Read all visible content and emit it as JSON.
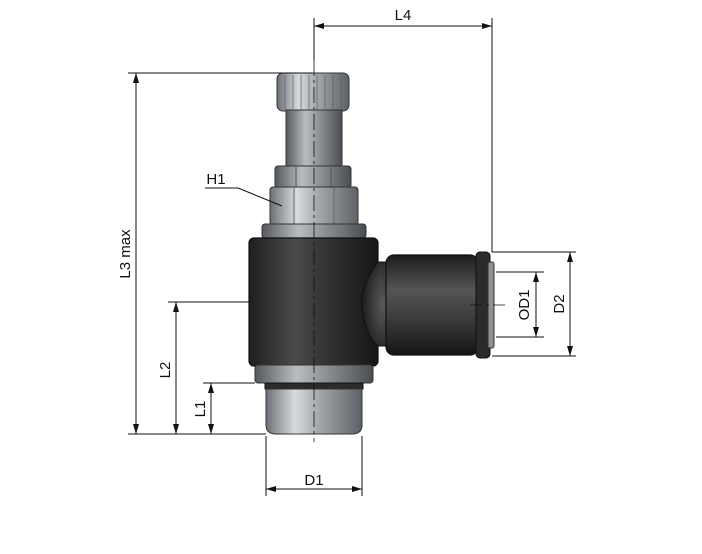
{
  "drawing": {
    "labels": {
      "l4": "L4",
      "l3": "L3 max",
      "h1": "H1",
      "l2": "L2",
      "l1": "L1",
      "od1": "OD1",
      "d2": "D2",
      "d1": "D1"
    },
    "colors": {
      "line": "#111111",
      "body_dark": "#2a2a2a",
      "metal": "#9a9ea3",
      "background": "#ffffff"
    }
  }
}
